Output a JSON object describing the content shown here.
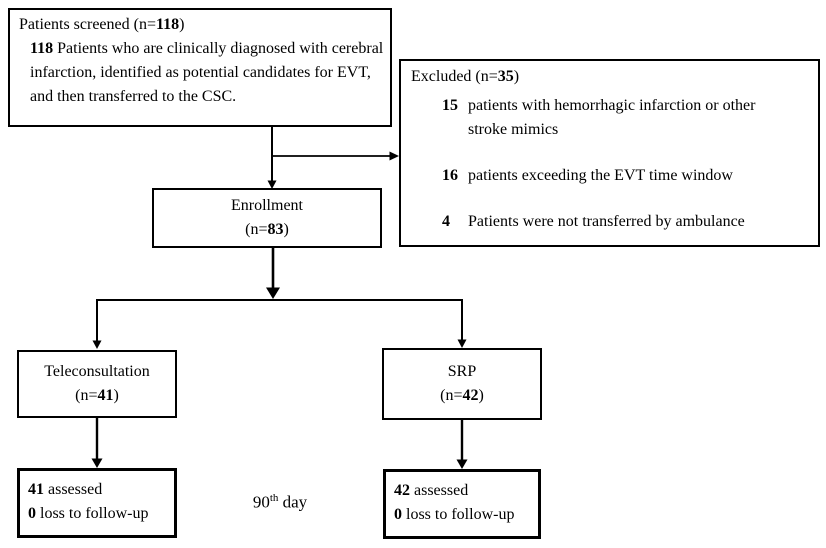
{
  "boxes": {
    "screened": {
      "title_prefix": "Patients screened (n=",
      "title_n": "118",
      "title_suffix": ")",
      "detail_n": "118",
      "detail_text": "Patients who are clinically diagnosed with cerebral infarction, identified as potential candidates for EVT, and then transferred to the CSC."
    },
    "excluded": {
      "title_prefix": "Excluded (n=",
      "title_n": "35",
      "title_suffix": ")",
      "items": [
        {
          "n": "15",
          "text": "patients with hemorrhagic infarction or other stroke mimics"
        },
        {
          "n": "16",
          "text": "patients exceeding the EVT time window"
        },
        {
          "n": "4",
          "text": "Patients were not transferred by ambulance"
        }
      ]
    },
    "enrollment": {
      "label": "Enrollment",
      "n_prefix": "(n=",
      "n": "83",
      "n_suffix": ")"
    },
    "teleconsultation": {
      "label": "Teleconsultation",
      "n_prefix": "(n=",
      "n": "41",
      "n_suffix": ")"
    },
    "srp": {
      "label": "SRP",
      "n_prefix": "(n=",
      "n": "42",
      "n_suffix": ")"
    },
    "tele_outcome": {
      "assessed_n": "41",
      "assessed_text": "assessed",
      "loss_n": "0",
      "loss_text": "loss to follow-up"
    },
    "srp_outcome": {
      "assessed_n": "42",
      "assessed_text": "assessed",
      "loss_n": "0",
      "loss_text": "loss to follow-up"
    }
  },
  "labels": {
    "day_prefix": "90",
    "day_sup": "th",
    "day_suffix": "day"
  },
  "colors": {
    "line": "#000000",
    "text": "#000000",
    "background": "#ffffff"
  }
}
